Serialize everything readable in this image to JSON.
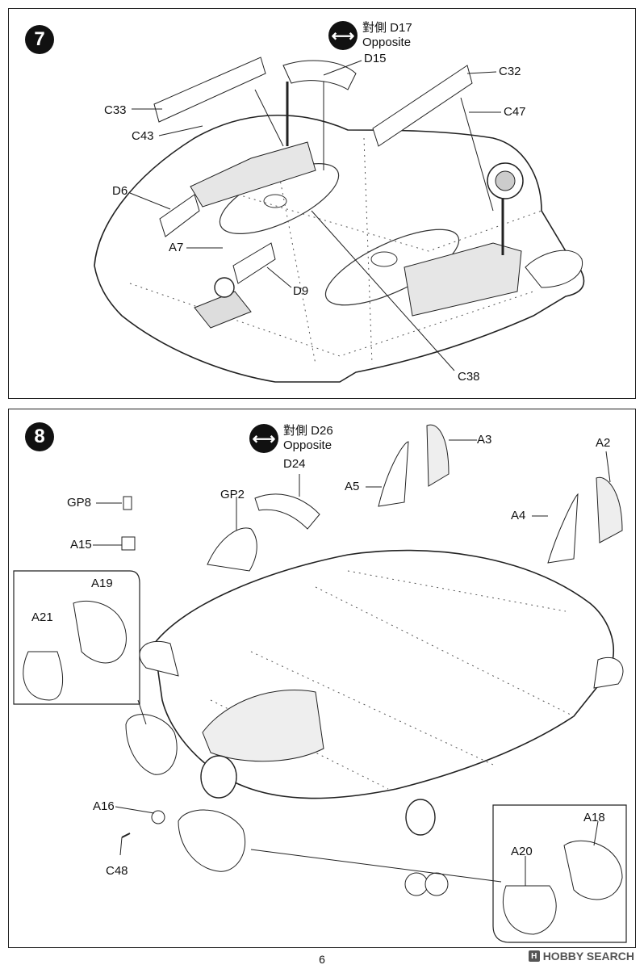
{
  "step7": {
    "number": "7",
    "opposite_part": "對側 D17",
    "opposite_word": "Opposite",
    "labels": {
      "D15": "D15",
      "C32": "C32",
      "C33": "C33",
      "C47": "C47",
      "C43": "C43",
      "D6": "D6",
      "A7": "A7",
      "D9": "D9",
      "C38": "C38"
    }
  },
  "step8": {
    "number": "8",
    "opposite_part": "對側 D26",
    "opposite_word": "Opposite",
    "labels": {
      "D24": "D24",
      "A3": "A3",
      "A2": "A2",
      "A5": "A5",
      "A4": "A4",
      "GP8": "GP8",
      "GP2": "GP2",
      "A15": "A15",
      "A19": "A19",
      "A21": "A21",
      "A16": "A16",
      "C48": "C48",
      "A18": "A18",
      "A20": "A20"
    }
  },
  "page_number": "6",
  "watermark": "HOBBY SEARCH",
  "icons": {
    "opposite": "double-arrow-icon",
    "watermark": "hobby-search-logo-icon"
  }
}
